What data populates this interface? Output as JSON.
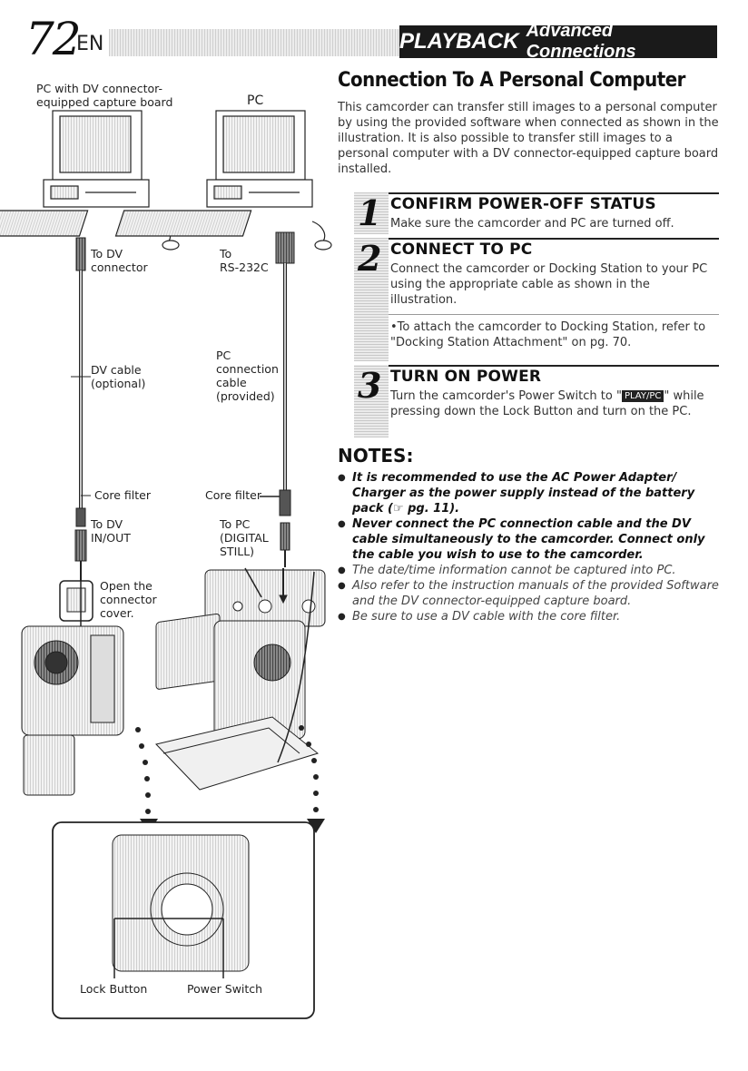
{
  "header": {
    "page_number": "72",
    "lang": "EN",
    "section": "PLAYBACK",
    "subsection": "Advanced Connections"
  },
  "illustration": {
    "pc_with_board_label": [
      "PC with DV connector-",
      "equipped capture board"
    ],
    "pc_label": "PC",
    "to_dv_connector": [
      "To DV",
      "connector"
    ],
    "to_rs232c": [
      "To",
      "RS-232C"
    ],
    "dv_cable": [
      "DV cable",
      "(optional)"
    ],
    "pc_connection_cable": [
      "PC",
      "connection",
      "cable",
      "(provided)"
    ],
    "core_filter_left": "Core filter",
    "core_filter_right": "Core filter",
    "to_dv_inout": [
      "To DV",
      "IN/OUT"
    ],
    "to_pc_digital": [
      "To PC",
      "(DIGITAL",
      "STILL)"
    ],
    "open_connector": [
      "Open the",
      "connector",
      "cover."
    ],
    "lock_button": "Lock Button",
    "power_switch": "Power Switch"
  },
  "content": {
    "title": "Connection To A Personal Computer",
    "intro": "This camcorder can transfer still images to a personal computer by using the provided software when connected as shown in the illustration. It is also possible to transfer still images to a personal computer with a DV connector-equipped capture board installed.",
    "steps": [
      {
        "num": "1",
        "title": "CONFIRM POWER-OFF STATUS",
        "body": "Make sure the camcorder and PC are turned off."
      },
      {
        "num": "2",
        "title": "CONNECT TO PC",
        "body": "Connect the camcorder or Docking Station to your PC using the appropriate cable as shown in the illustration.",
        "note": "•To attach the camcorder to Docking Station, refer to \"Docking Station Attachment\" on pg. 70."
      },
      {
        "num": "3",
        "title": "TURN ON POWER",
        "body_pre": "Turn the camcorder's Power Switch to \"",
        "mode": "PLAY/PC",
        "body_post": "\" while pressing down the Lock Button and turn on the PC."
      }
    ],
    "notes_title": "NOTES:",
    "notes": [
      "It is recommended to use the AC Power Adapter/ Charger as the power supply instead of the battery pack (☞ pg. 11).",
      "Never connect the PC connection cable and the DV cable simultaneously to the camcorder. Connect only the cable you wish to use to the camcorder.",
      "The date/time information cannot be captured into PC.",
      "Also refer to the instruction manuals of the provided Software and the DV connector-equipped capture board.",
      "Be sure to use a DV cable with the core filter."
    ]
  }
}
